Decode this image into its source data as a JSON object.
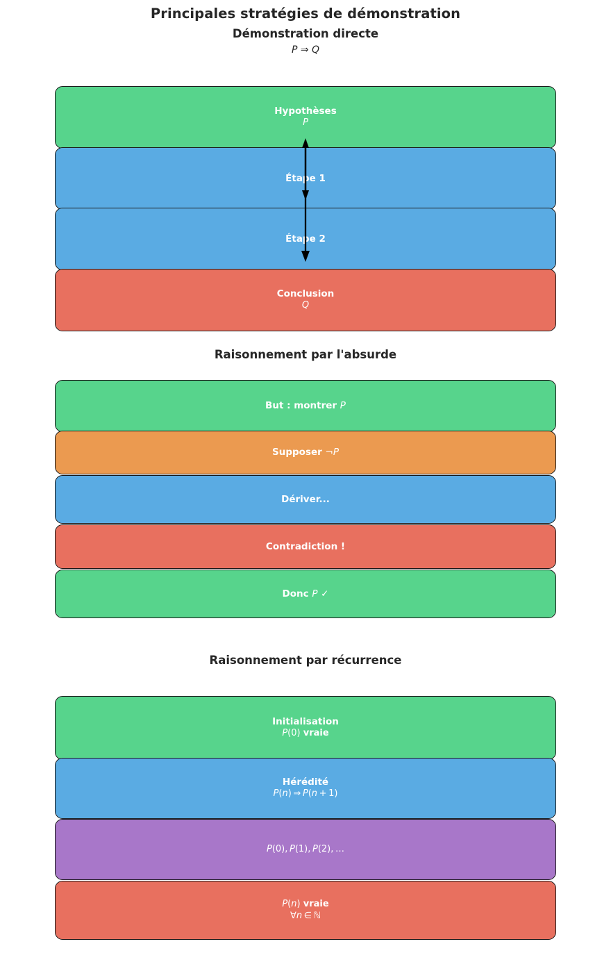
{
  "figure": {
    "suptitle": "Principales stratégies de démonstration",
    "background": "#ffffff",
    "text_color": "#262626"
  },
  "palette": {
    "green": "#57d48c",
    "blue": "#5aabe3",
    "red": "#e8705f",
    "orange": "#eb9a50",
    "purple": "#a877c9",
    "edge": "#1a1a1a",
    "box_text": "#ffffff"
  },
  "sections": [
    {
      "id": "demonstration-directe",
      "title": "Démonstration directe",
      "formula": "P ⇒ Q",
      "boxes": [
        {
          "label": "Hypothèses",
          "sub": "P",
          "color": "green"
        },
        {
          "label": "Étape 1",
          "sub": "",
          "color": "blue"
        },
        {
          "label": "Étape 2",
          "sub": "",
          "color": "blue"
        },
        {
          "label": "Conclusion",
          "sub": "Q",
          "color": "red"
        }
      ],
      "arrows": [
        {
          "from": "Hypothèses",
          "to": "Étape 1",
          "double_headed": true
        },
        {
          "from": "Étape 1",
          "to": "Étape 2",
          "double_headed": false
        }
      ]
    },
    {
      "id": "raisonnement-par-l-absurde",
      "title": "Raisonnement par l'absurde",
      "formula": "",
      "boxes": [
        {
          "label": "But : montrer P",
          "sub": "",
          "color": "green"
        },
        {
          "label": "Supposer ¬P",
          "sub": "",
          "color": "orange"
        },
        {
          "label": "Dériver...",
          "sub": "",
          "color": "blue"
        },
        {
          "label": "Contradiction !",
          "sub": "",
          "color": "red"
        },
        {
          "label": "Donc P ✓",
          "sub": "",
          "color": "green"
        }
      ],
      "arrows": []
    },
    {
      "id": "raisonnement-par-recurrence",
      "title": "Raisonnement par récurrence",
      "formula": "",
      "boxes": [
        {
          "label": "Initialisation",
          "sub": "P(0) vraie",
          "color": "green"
        },
        {
          "label": "Hérédité",
          "sub": "P(n) ⇒ P(n + 1)",
          "color": "blue"
        },
        {
          "label": "P(0), P(1), P(2), …",
          "sub": "",
          "color": "purple"
        },
        {
          "label": "P(n) vraie",
          "sub": "∀n ∈ ℕ",
          "color": "red"
        }
      ],
      "arrows": []
    }
  ]
}
